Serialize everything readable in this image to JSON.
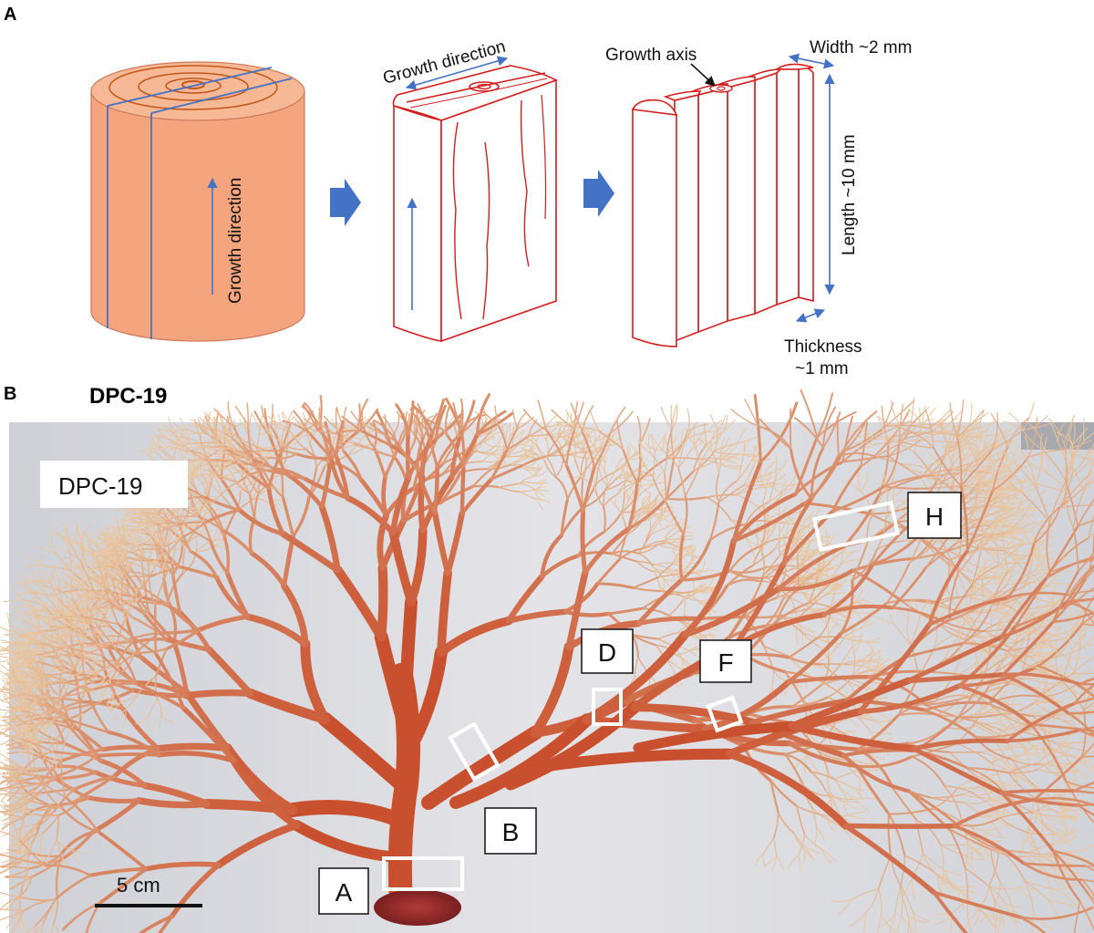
{
  "panel_a": {
    "letter": "A",
    "cylinder_growth_label": "Growth direction",
    "slab_growth_label": "Growth direction",
    "growth_axis_label": "Growth axis",
    "width_label": "Width ~2 mm",
    "length_label": "Length ~10 mm",
    "thickness_label_line1": "Thickness",
    "thickness_label_line2": "~1 mm"
  },
  "panel_b": {
    "letter": "B",
    "title": "DPC-19",
    "photo_label": "DPC-19",
    "scale_bar_label": "5 cm",
    "sample_labels": [
      "A",
      "B",
      "D",
      "F",
      "H"
    ]
  },
  "colors": {
    "cylinder_fill": "#f4a57e",
    "cylinder_top": "#f7b995",
    "outline_red": "#d21e1e",
    "cut_line_blue": "#4472c4",
    "arrow_blue": "#4472c4",
    "coral": "#c9502e",
    "coral_light": "#e9b88f",
    "background_gray": "#d9d9de"
  }
}
